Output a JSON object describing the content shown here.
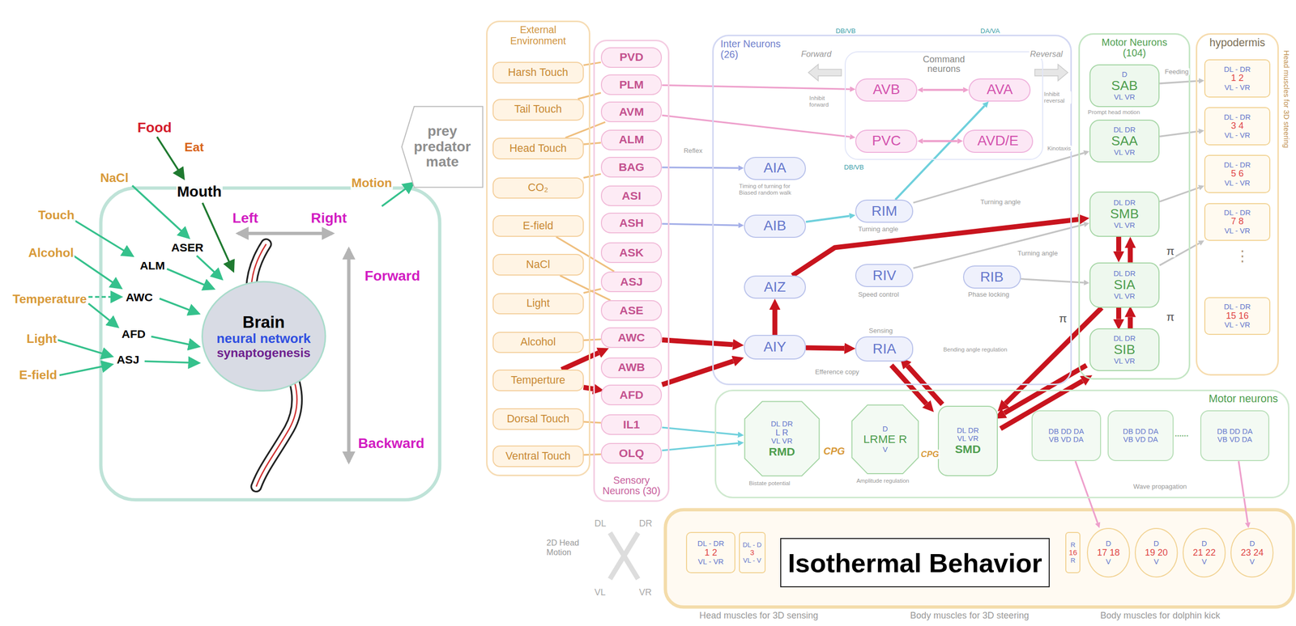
{
  "diagram": {
    "title": "Isothermal Behavior",
    "nodes": [
      {
        "text": [
          "Brain",
          "neural network",
          "synaptogenesis"
        ]
      },
      {
        "text": [
          "prey predator mate"
        ]
      },
      {
        "text": [
          "External Environment"
        ]
      },
      {
        "text": [
          "Harsh Touch"
        ],
        "in": 2
      },
      {
        "text": [
          "Tail Touch"
        ],
        "in": 2
      },
      {
        "text": [
          "Head Touch"
        ],
        "in": 2
      },
      {
        "text": [
          "CO₂"
        ],
        "in": 2
      },
      {
        "text": [
          "E-field"
        ],
        "in": 2
      },
      {
        "text": [
          "NaCl"
        ],
        "in": 2
      },
      {
        "text": [
          "Light"
        ],
        "in": 2
      },
      {
        "text": [
          "Alcohol"
        ],
        "in": 2
      },
      {
        "text": [
          "Temperture"
        ],
        "in": 2
      },
      {
        "text": [
          "Dorsal Touch"
        ],
        "in": 2
      },
      {
        "text": [
          "Ventral Touch"
        ],
        "in": 2
      },
      {
        "text": [
          "Sensory Neurons (30)"
        ]
      },
      {
        "text": [
          "PVD"
        ],
        "in": 14
      },
      {
        "text": [
          "PLM"
        ],
        "in": 14
      },
      {
        "text": [
          "AVM"
        ],
        "in": 14
      },
      {
        "text": [
          "ALM"
        ],
        "in": 14
      },
      {
        "text": [
          "BAG"
        ],
        "in": 14
      },
      {
        "text": [
          "ASI"
        ],
        "in": 14
      },
      {
        "text": [
          "ASH"
        ],
        "in": 14
      },
      {
        "text": [
          "ASK"
        ],
        "in": 14
      },
      {
        "text": [
          "ASJ"
        ],
        "in": 14
      },
      {
        "text": [
          "ASE"
        ],
        "in": 14
      },
      {
        "text": [
          "AWC"
        ],
        "in": 14
      },
      {
        "text": [
          "AWB"
        ],
        "in": 14
      },
      {
        "text": [
          "AFD"
        ],
        "in": 14
      },
      {
        "text": [
          "IL1"
        ],
        "in": 14
      },
      {
        "text": [
          "OLQ"
        ],
        "in": 14
      },
      {
        "text": [
          "Inter Neurons (26)"
        ]
      },
      {
        "text": [
          "Command neurons"
        ],
        "in": 30
      },
      {
        "text": [
          "AVB"
        ],
        "in": 31
      },
      {
        "text": [
          "AVA"
        ],
        "in": 31
      },
      {
        "text": [
          "PVC"
        ],
        "in": 31
      },
      {
        "text": [
          "AVD/E"
        ],
        "in": 31
      },
      {
        "text": [
          "AIA"
        ],
        "in": 30
      },
      {
        "text": [
          "AIB"
        ],
        "in": 30
      },
      {
        "text": [
          "AIZ"
        ],
        "in": 30
      },
      {
        "text": [
          "AIY"
        ],
        "in": 30
      },
      {
        "text": [
          "RIM"
        ],
        "in": 30
      },
      {
        "text": [
          "RIV"
        ],
        "in": 30
      },
      {
        "text": [
          "RIA"
        ],
        "in": 30
      },
      {
        "text": [
          "RIB"
        ],
        "in": 30
      },
      {
        "text": [
          "Motor Neurons (104)"
        ]
      },
      {
        "text": [
          "D",
          "SAB",
          "VL VR"
        ],
        "in": 44
      },
      {
        "text": [
          "DL DR",
          "SAA",
          "VL VR"
        ],
        "in": 44
      },
      {
        "text": [
          "DL DR",
          "SMB",
          "VL VR"
        ],
        "in": 44
      },
      {
        "text": [
          "DL DR",
          "SIA",
          "VL VR"
        ],
        "in": 44
      },
      {
        "text": [
          "DL DR",
          "SIB",
          "VL VR"
        ],
        "in": 44
      },
      {
        "text": [
          "hypodermis"
        ]
      },
      {
        "text": [
          "DL - DR",
          "1 2",
          "VL - VR"
        ],
        "in": 50
      },
      {
        "text": [
          "DL - DR",
          "3 4",
          "VL - VR"
        ],
        "in": 50
      },
      {
        "text": [
          "DL - DR",
          "5 6",
          "VL - VR"
        ],
        "in": 50
      },
      {
        "text": [
          "DL - DR",
          "7 8",
          "VL - VR"
        ],
        "in": 50
      },
      {
        "text": [
          "DL - DR",
          "15 16",
          "VL - VR"
        ],
        "in": 50
      },
      {
        "text": [
          "Motor neurons"
        ]
      },
      {
        "text": [
          "DL DR",
          "L R",
          "VL VR",
          "RMD"
        ],
        "in": 56
      },
      {
        "text": [
          "D",
          "LRME R",
          "V"
        ],
        "in": 56
      },
      {
        "text": [
          "DL DR",
          "VL VR",
          "SMD"
        ],
        "in": 56
      },
      {
        "text": [
          "DB DD DA",
          "VB VD DA"
        ],
        "in": 56
      },
      {
        "text": [
          "DB DD DA",
          "VB VD DA"
        ],
        "in": 56
      },
      {
        "text": [
          "DB DD DA",
          "VB VD DA"
        ],
        "in": 56
      },
      {
        "text": [
          "DL - DR",
          "1 2",
          "VL - VR"
        ]
      },
      {
        "text": [
          "DL - D",
          "3",
          "VL - V"
        ]
      },
      {
        "text": [
          "R",
          "16",
          "R"
        ]
      },
      {
        "text": [
          "D",
          "17 18",
          "V"
        ]
      },
      {
        "text": [
          "D",
          "19 20",
          "V"
        ]
      },
      {
        "text": [
          "D",
          "21 22",
          "V"
        ]
      },
      {
        "text": [
          "D",
          "23 24",
          "V"
        ]
      }
    ],
    "edges": [
      {
        "from": 3,
        "to": 15,
        "arrow": "none"
      },
      {
        "from": 4,
        "to": 16,
        "arrow": "none"
      },
      {
        "from": 5,
        "to": 17,
        "arrow": "none"
      },
      {
        "from": 5,
        "to": 18,
        "arrow": "none"
      },
      {
        "from": 6,
        "to": 19,
        "arrow": "none"
      },
      {
        "from": 7,
        "to": 23,
        "arrow": "none"
      },
      {
        "from": 8,
        "to": 24,
        "arrow": "none"
      },
      {
        "from": 9,
        "to": 23,
        "arrow": "none"
      },
      {
        "from": 10,
        "to": 25,
        "arrow": "none"
      },
      {
        "from": 11,
        "to": 25,
        "arrow": "to"
      },
      {
        "from": 11,
        "to": 27,
        "arrow": "to"
      },
      {
        "from": 12,
        "to": 28,
        "arrow": "none"
      },
      {
        "from": 13,
        "to": 29,
        "arrow": "none"
      },
      {
        "from": 19,
        "to": 36,
        "arrow": "to"
      },
      {
        "from": 21,
        "to": 37,
        "arrow": "to"
      },
      {
        "from": 16,
        "to": 32,
        "arrow": "to"
      },
      {
        "from": 17,
        "to": 34,
        "arrow": "to"
      },
      {
        "from": 25,
        "to": 39,
        "arrow": "to"
      },
      {
        "from": 27,
        "to": 39,
        "arrow": "to"
      },
      {
        "from": 39,
        "to": 38,
        "arrow": "to"
      },
      {
        "from": 39,
        "to": 42,
        "arrow": "to"
      },
      {
        "from": 38,
        "to": 47,
        "arrow": "to"
      },
      {
        "from": 42,
        "to": 59,
        "arrow": "to"
      },
      {
        "from": 59,
        "to": 42,
        "arrow": "to"
      },
      {
        "from": 47,
        "to": 48,
        "arrow": "to"
      },
      {
        "from": 48,
        "to": 47,
        "arrow": "to"
      },
      {
        "from": 48,
        "to": 49,
        "arrow": "to"
      },
      {
        "from": 49,
        "to": 48,
        "arrow": "to"
      },
      {
        "from": 48,
        "to": 59,
        "arrow": "to"
      },
      {
        "from": 49,
        "to": 59,
        "arrow": "to"
      },
      {
        "from": 59,
        "to": 49,
        "arrow": "to"
      },
      {
        "from": 37,
        "to": 40,
        "arrow": "to"
      },
      {
        "from": 40,
        "to": 33,
        "arrow": "to"
      },
      {
        "from": 32,
        "to": 33,
        "arrow": "both"
      },
      {
        "from": 34,
        "to": 35,
        "arrow": "both"
      },
      {
        "from": 40,
        "to": 46,
        "arrow": "to"
      },
      {
        "from": 41,
        "to": 47,
        "arrow": "to"
      },
      {
        "from": 43,
        "to": 48,
        "arrow": "to"
      },
      {
        "from": 45,
        "to": 51,
        "arrow": "to"
      },
      {
        "from": 46,
        "to": 52,
        "arrow": "to"
      },
      {
        "from": 47,
        "to": 53,
        "arrow": "to"
      },
      {
        "from": 48,
        "to": 54,
        "arrow": "to"
      },
      {
        "from": 28,
        "to": 57,
        "arrow": "to"
      },
      {
        "from": 29,
        "to": 57,
        "arrow": "to"
      },
      {
        "from": 60,
        "to": 66,
        "arrow": "to"
      },
      {
        "from": 62,
        "to": 69,
        "arrow": "to"
      }
    ],
    "labels": [
      "Food",
      "Eat",
      "NaCl",
      "Mouth",
      "Touch",
      "ASER",
      "Alcohol",
      "ALM",
      "AWC",
      "Temperature",
      "AFD",
      "Light",
      "ASJ",
      "E-field",
      "Left",
      "Right",
      "Forward",
      "Backward",
      "Motion",
      "Forward",
      "Reversal",
      "DB/VB",
      "DA/VA",
      "DB/VB",
      "Timing of turning for Biased random walk",
      "Reflex",
      "Inhibit forward",
      "Inhibit reversal",
      "Kinotaxis",
      "Turning angle",
      "Turning angle",
      "Turning angle",
      "Speed control",
      "Sensing",
      "Phase locking",
      "Efference copy",
      "Bending angle regulation",
      "Prompt head motion",
      "Feeding",
      "π",
      "π",
      "π",
      "⋮",
      "Head muscles for 3D steering",
      "CPG",
      "CPG",
      "Bistate potential",
      "Amplitude regulation",
      "Wave propagation",
      "......",
      "2D Head Motion",
      "DL",
      "DR",
      "VL",
      "VR",
      "Head muscles for 3D sensing",
      "Body muscles for 3D steering",
      "Body muscles for dolphin kick"
    ]
  }
}
